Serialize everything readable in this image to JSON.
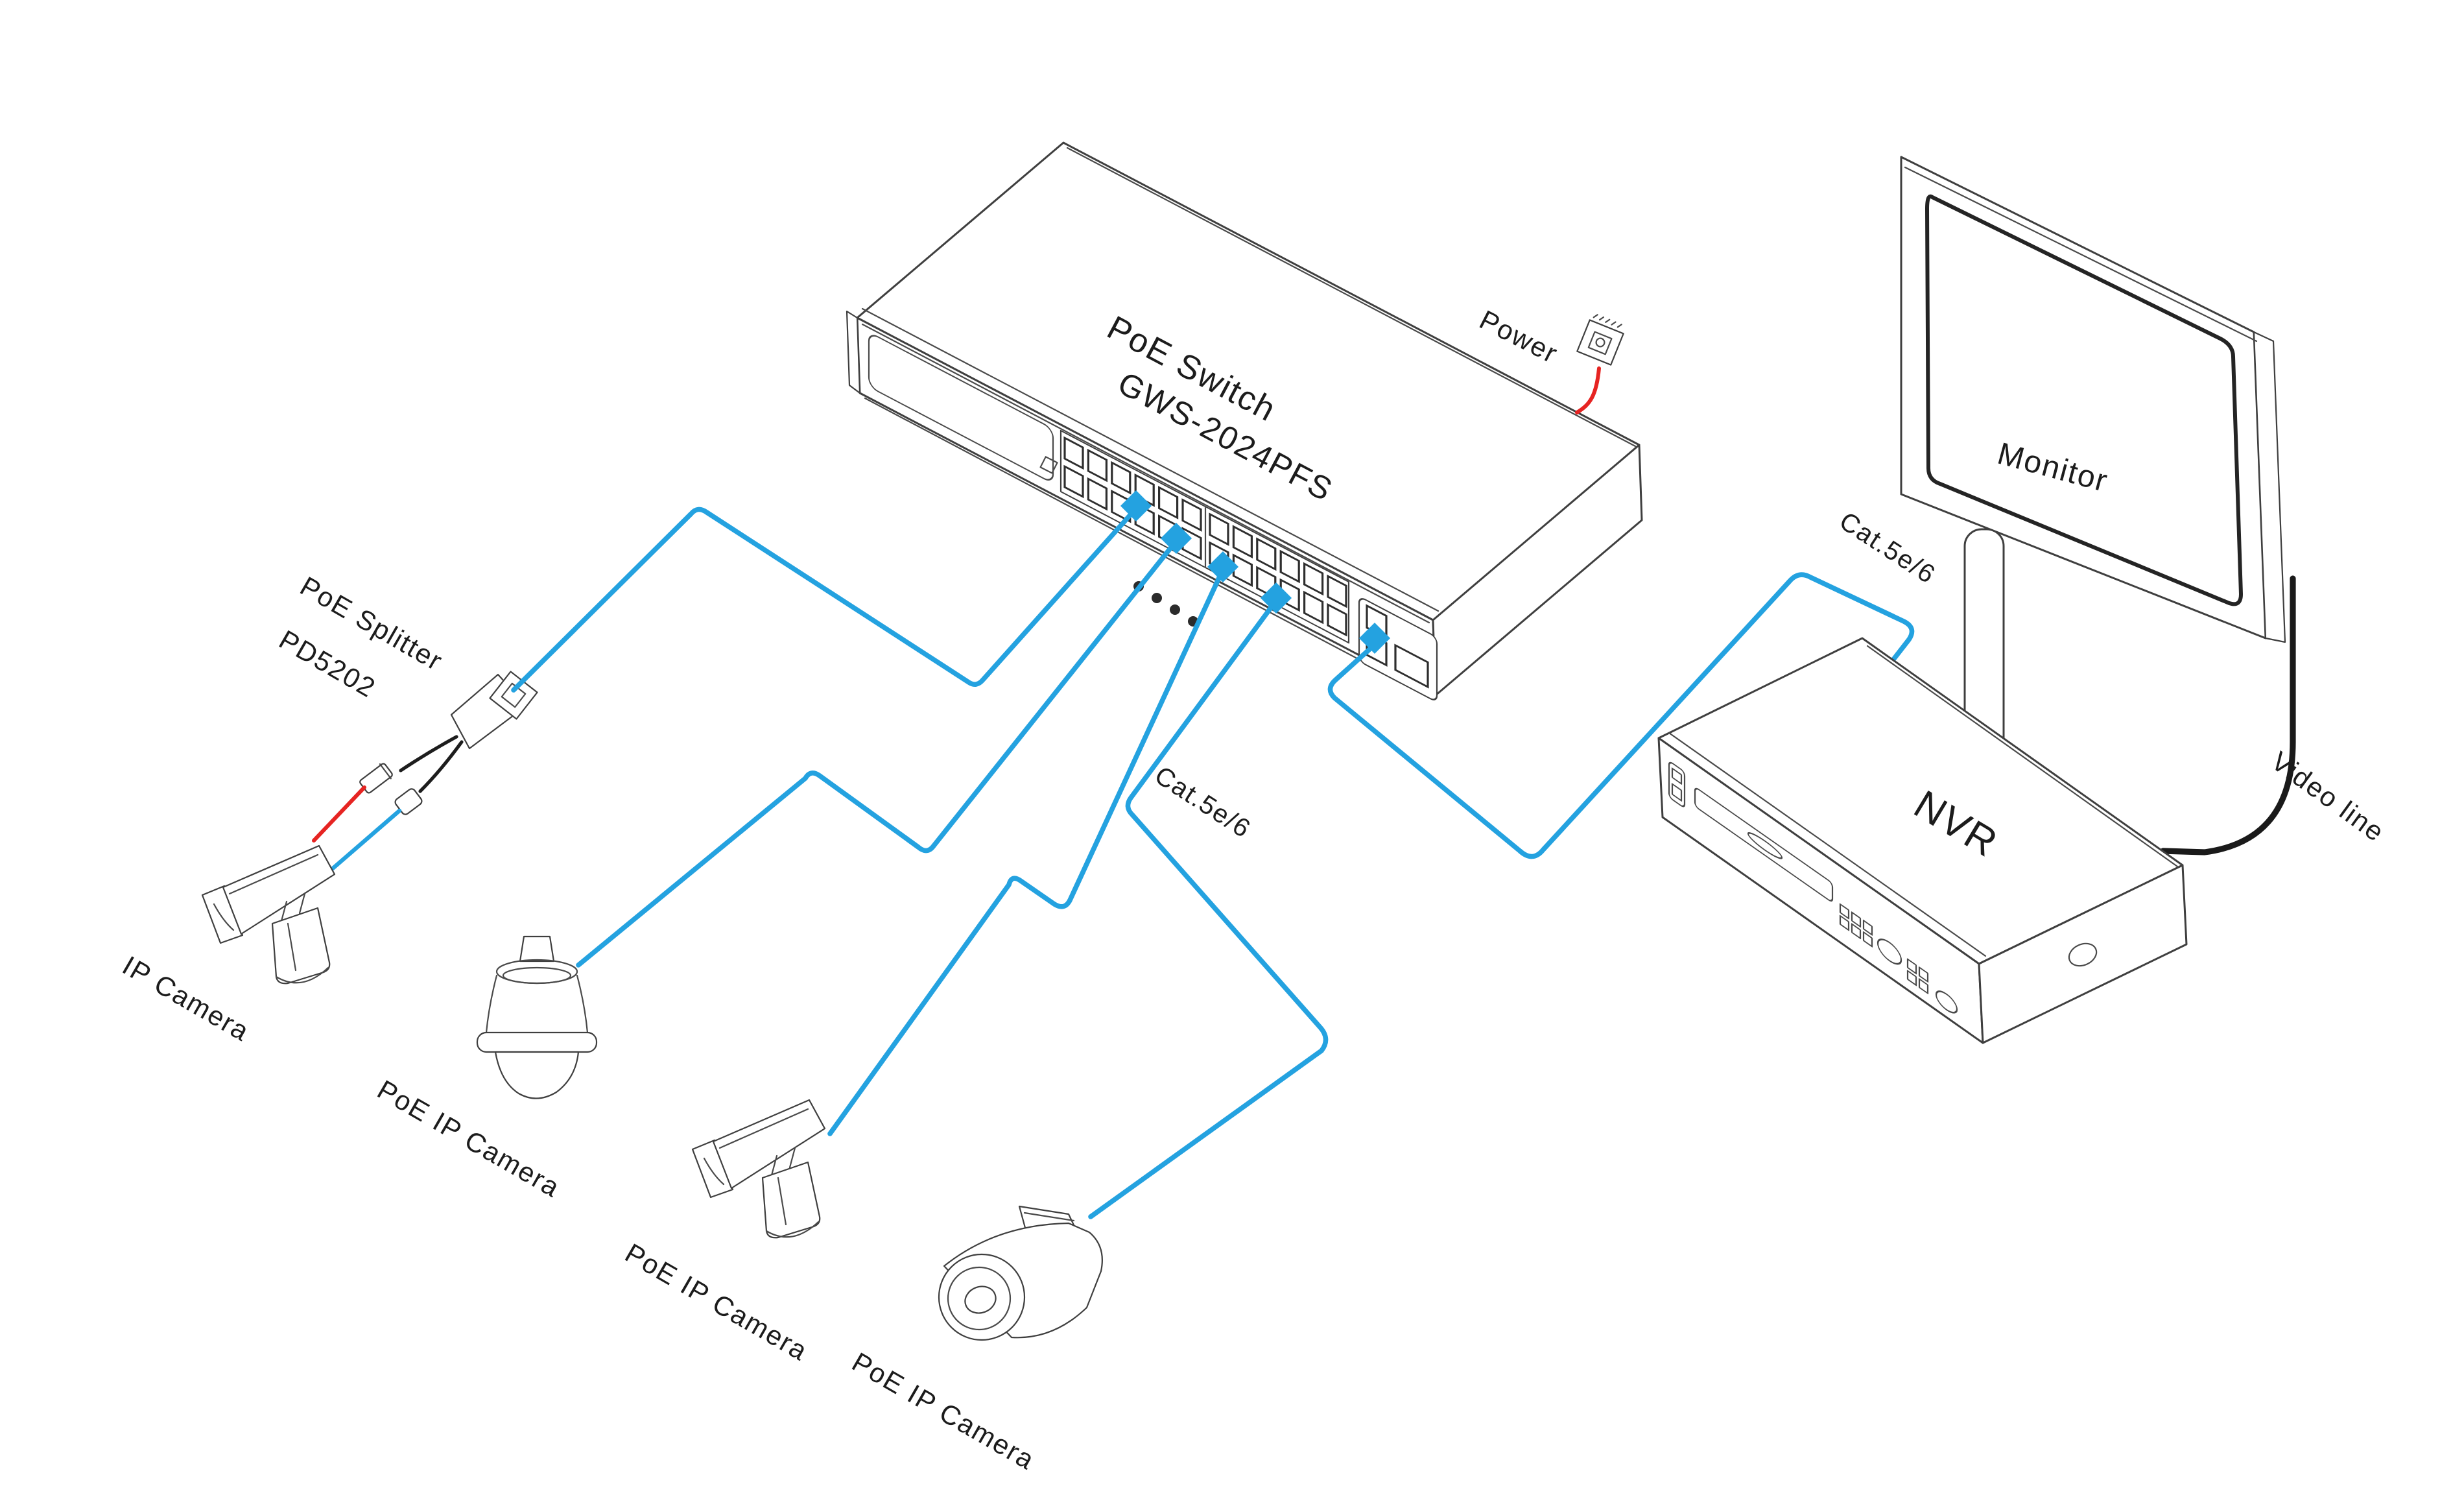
{
  "diagram": {
    "switch": {
      "name": "PoE Switch",
      "model": "GWS-2024PFS"
    },
    "labels": {
      "power": "Power",
      "monitor": "Monitor",
      "nvr": "NVR",
      "video_line": "Video line",
      "cat_cable_right": "Cat.5e/6",
      "cat_cable_center": "Cat.5e/6",
      "splitter_name": "PoE Splitter",
      "splitter_model": "PD5202",
      "camera_ip": "IP Camera",
      "camera_poe_dome": "PoE IP Camera",
      "camera_poe_bullet": "PoE IP Camera",
      "camera_poe_eyeball": "PoE IP Camera"
    },
    "colors": {
      "data_cable": "#24a2e0",
      "power_cable": "#e62422",
      "line_art": "#3f3f3f"
    }
  }
}
